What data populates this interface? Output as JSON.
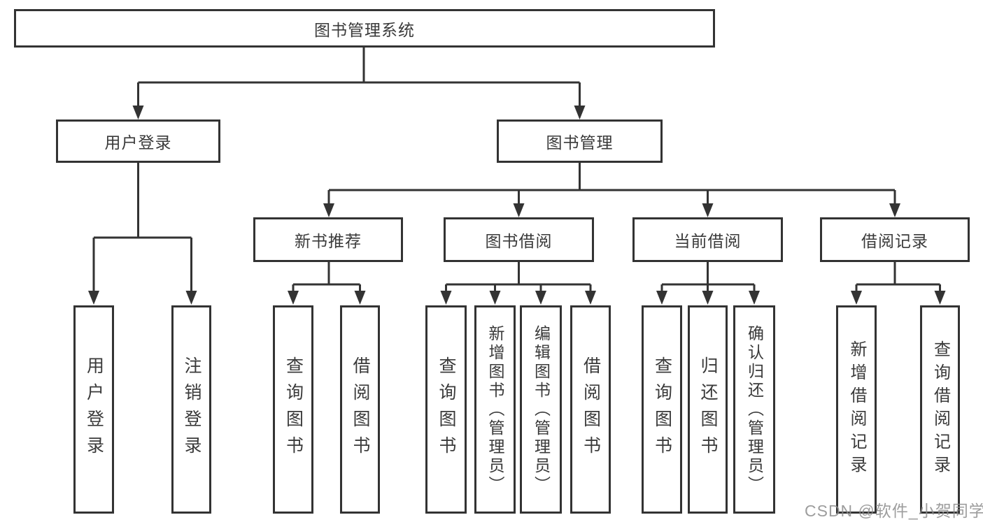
{
  "diagram_title": "图书管理系统",
  "nodes": {
    "root": "图书管理系统",
    "user_login": "用户登录",
    "book_mgmt": "图书管理",
    "login": "用户登录",
    "logout": "注销登录",
    "new_book_rec": "新书推荐",
    "book_borrow": "图书借阅",
    "current_borrow": "当前借阅",
    "borrow_records": "借阅记录",
    "nbr_query_book": "查询图书",
    "nbr_borrow_book": "借阅图书",
    "bb_query_book": "查询图书",
    "bb_add_book": "新增图书（管理员）",
    "bb_edit_book": "编辑图书（管理员）",
    "bb_borrow_book": "借阅图书",
    "cb_query_book": "查询图书",
    "cb_return_book": "归还图书",
    "cb_confirm_return": "确认归还（管理员）",
    "br_add_record": "新增借阅记录",
    "br_query_record": "查询借阅记录"
  },
  "hierarchy": {
    "图书管理系统": {
      "用户登录": [
        "用户登录",
        "注销登录"
      ],
      "图书管理": {
        "新书推荐": [
          "查询图书",
          "借阅图书"
        ],
        "图书借阅": [
          "查询图书",
          "新增图书（管理员）",
          "编辑图书（管理员）",
          "借阅图书"
        ],
        "当前借阅": [
          "查询图书",
          "归还图书",
          "确认归还（管理员）"
        ],
        "借阅记录": [
          "新增借阅记录",
          "查询借阅记录"
        ]
      }
    }
  },
  "watermark": "CSDN @软件_小贺同学",
  "colors": {
    "line": "#333333",
    "box_border": "#333333",
    "text": "#3a3a3a",
    "background": "#ffffff",
    "watermark": "#8c8c8c"
  }
}
